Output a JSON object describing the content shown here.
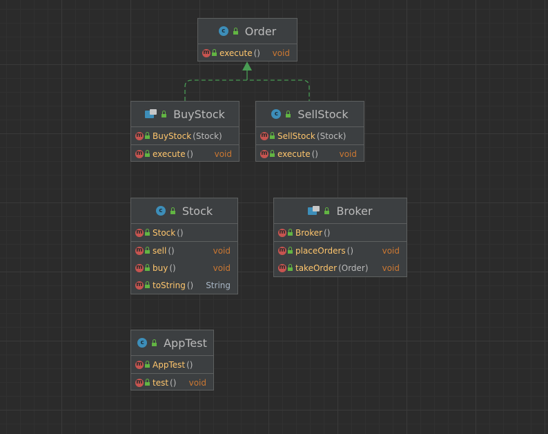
{
  "classes": [
    {
      "key": "order",
      "name": "Order",
      "icon": "class",
      "sections": [
        [
          {
            "name": "execute",
            "params": "()",
            "ret": "void"
          }
        ]
      ]
    },
    {
      "key": "buystock",
      "name": "BuyStock",
      "icon": "test",
      "sections": [
        [
          {
            "name": "BuyStock",
            "params": "(Stock)",
            "ret": ""
          }
        ],
        [
          {
            "name": "execute",
            "params": "()",
            "ret": "void"
          }
        ]
      ]
    },
    {
      "key": "sellstock",
      "name": "SellStock",
      "icon": "class",
      "sections": [
        [
          {
            "name": "SellStock",
            "params": "(Stock)",
            "ret": ""
          }
        ],
        [
          {
            "name": "execute",
            "params": "()",
            "ret": "void"
          }
        ]
      ]
    },
    {
      "key": "stock",
      "name": "Stock",
      "icon": "class",
      "sections": [
        [
          {
            "name": "Stock",
            "params": "()",
            "ret": ""
          }
        ],
        [
          {
            "name": "sell",
            "params": "()",
            "ret": "void"
          },
          {
            "name": "buy",
            "params": "()",
            "ret": "void"
          },
          {
            "name": "toString",
            "params": "()",
            "ret": "String"
          }
        ]
      ]
    },
    {
      "key": "broker",
      "name": "Broker",
      "icon": "test",
      "sections": [
        [
          {
            "name": "Broker",
            "params": "()",
            "ret": ""
          }
        ],
        [
          {
            "name": "placeOrders",
            "params": "()",
            "ret": "void"
          },
          {
            "name": "takeOrder",
            "params": "(Order)",
            "ret": "void"
          }
        ]
      ]
    },
    {
      "key": "apptest",
      "name": "AppTest",
      "icon": "class",
      "sections": [
        [
          {
            "name": "AppTest",
            "params": "()",
            "ret": ""
          }
        ],
        [
          {
            "name": "test",
            "params": "()",
            "ret": "void"
          }
        ]
      ]
    }
  ],
  "relations": [
    {
      "type": "implements",
      "from": "BuyStock",
      "to": "Order"
    },
    {
      "type": "implements",
      "from": "SellStock",
      "to": "Order"
    }
  ],
  "colors": {
    "implements_arrow": "#499c54",
    "method_name": "#ffc66d",
    "return_type": "#cc7832"
  }
}
